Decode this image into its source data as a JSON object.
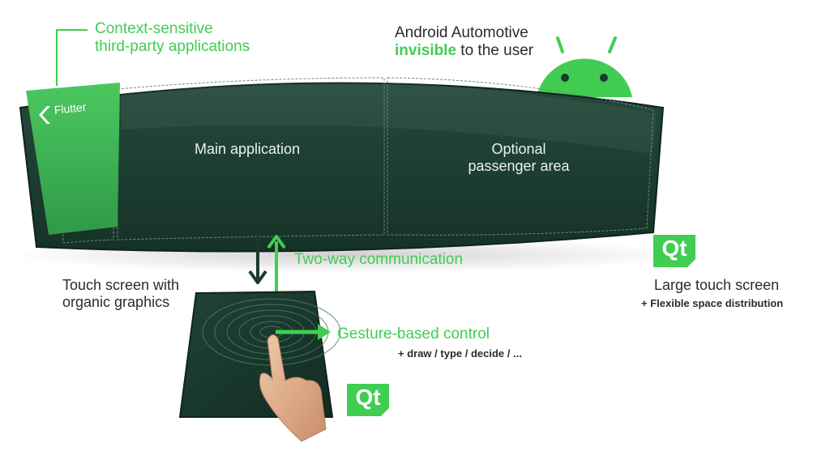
{
  "third_party": {
    "line1": "Context-sensitive",
    "line2": "third-party applications"
  },
  "android": {
    "line1": "Android Automotive",
    "emph": "invisible",
    "rest": " to the user"
  },
  "flutter": {
    "label": "Flutter"
  },
  "main_app": {
    "label": "Main application"
  },
  "passenger": {
    "line1": "Optional",
    "line2": "passenger area"
  },
  "qt_logo": {
    "text": "Qt"
  },
  "large_screen": {
    "title": "Large touch screen",
    "subtitle": "+ Flexible space distribution"
  },
  "two_way": {
    "label": "Two-way communication"
  },
  "touch_screen": {
    "line1": "Touch screen with",
    "line2": "organic graphics"
  },
  "gesture": {
    "title": "Gesture-based control",
    "subtitle": "+ draw / type / decide / ..."
  },
  "colors": {
    "accent": "#41cd52",
    "panel": "#1b3a2e",
    "panel_border": "#6f8a7c",
    "text": "#2b2b2b"
  }
}
